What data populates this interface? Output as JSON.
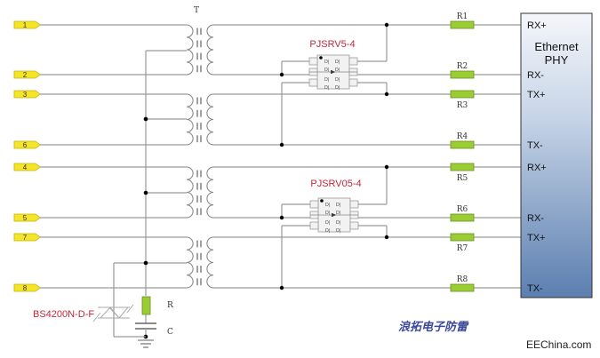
{
  "diagram": {
    "title": "Ethernet port lightning protection schematic",
    "transformer_label": "T",
    "connector_pins": [
      "1",
      "2",
      "3",
      "6",
      "4",
      "5",
      "7",
      "8"
    ],
    "tvs_arrays": [
      {
        "label": "PJSRV5-4"
      },
      {
        "label": "PJSRV05-4"
      }
    ],
    "resistors": [
      "R1",
      "R2",
      "R3",
      "R4",
      "R5",
      "R6",
      "R7",
      "R8"
    ],
    "phy": {
      "title_line1": "Ethernet",
      "title_line2": "PHY",
      "pins": [
        "RX+",
        "RX-",
        "TX+",
        "TX-",
        "RX+",
        "RX-",
        "TX+",
        "TX-"
      ]
    },
    "gdt_label": "BS4200N-D-F",
    "bob_r_label": "R",
    "bob_c_label": "C",
    "company_cn": "浪拓电子防雷",
    "watermark": "EEChina.com",
    "colors": {
      "pin_fill": "#f5e52a",
      "resistor_fill": "#9acd32",
      "part_label": "#c0283a",
      "phy_gradient_top": "#f4f6fa",
      "phy_gradient_bottom": "#5b7fb0",
      "company_text": "#3a4a9a"
    }
  }
}
